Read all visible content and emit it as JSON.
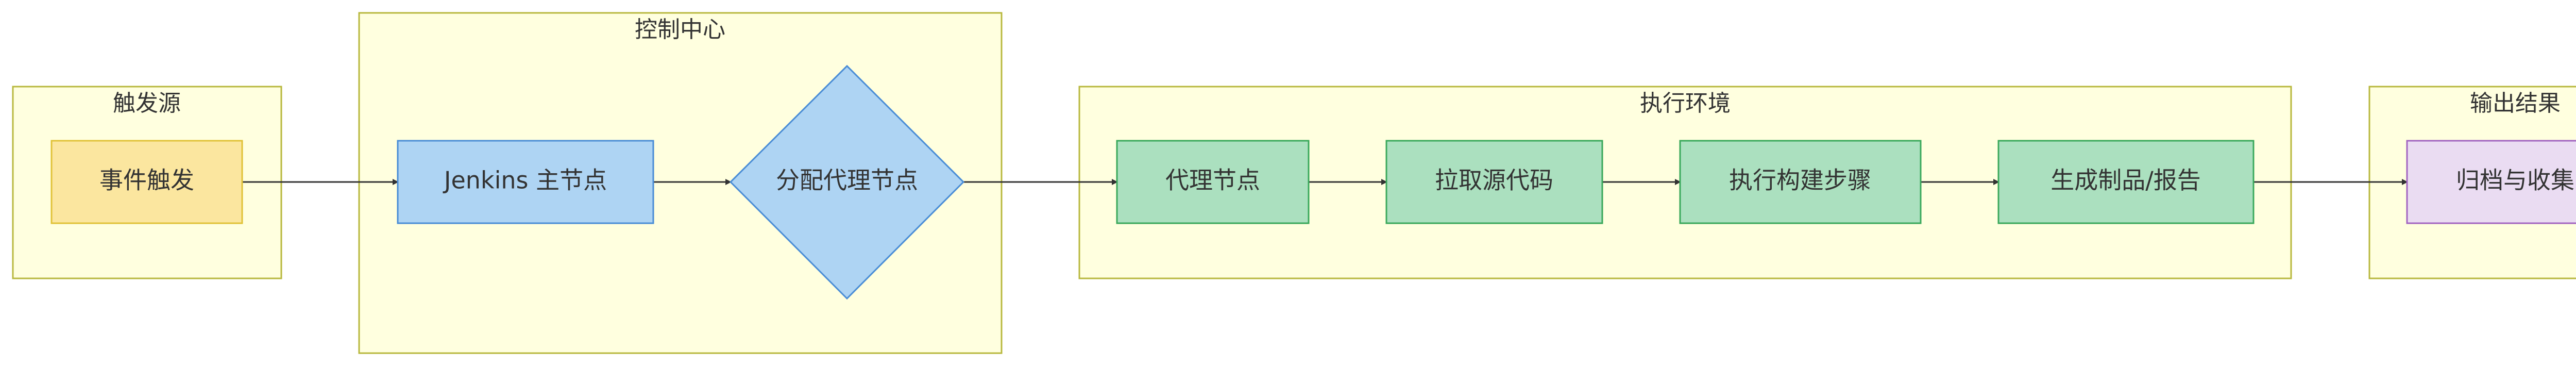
{
  "groups": {
    "trigger_source": {
      "label": "触发源"
    },
    "control_center": {
      "label": "控制中心"
    },
    "execution_env": {
      "label": "执行环境"
    },
    "output": {
      "label": "输出结果"
    }
  },
  "nodes": {
    "event_trigger": {
      "label": "事件触发",
      "fill": "#fbe69f",
      "stroke": "#e0c238"
    },
    "jenkins_master": {
      "label": "Jenkins 主节点",
      "fill": "#aed4f3",
      "stroke": "#4a8dd6"
    },
    "assign_agent": {
      "label": "分配代理节点",
      "fill": "#aed4f3",
      "stroke": "#4a8dd6"
    },
    "agent_node": {
      "label": "代理节点",
      "fill": "#abe0bf",
      "stroke": "#3aa85b"
    },
    "pull_source": {
      "label": "拉取源代码",
      "fill": "#abe0bf",
      "stroke": "#3aa85b"
    },
    "build_steps": {
      "label": "执行构建步骤",
      "fill": "#abe0bf",
      "stroke": "#3aa85b"
    },
    "artifacts_report": {
      "label": "生成制品/报告",
      "fill": "#abe0bf",
      "stroke": "#3aa85b"
    },
    "archive_collect": {
      "label": "归档与收集",
      "fill": "#eadcf2",
      "stroke": "#a264c1"
    }
  },
  "edges": [
    {
      "from": "event_trigger",
      "to": "jenkins_master"
    },
    {
      "from": "jenkins_master",
      "to": "assign_agent"
    },
    {
      "from": "assign_agent",
      "to": "agent_node"
    },
    {
      "from": "agent_node",
      "to": "pull_source"
    },
    {
      "from": "pull_source",
      "to": "build_steps"
    },
    {
      "from": "build_steps",
      "to": "artifacts_report"
    },
    {
      "from": "artifacts_report",
      "to": "archive_collect"
    }
  ]
}
